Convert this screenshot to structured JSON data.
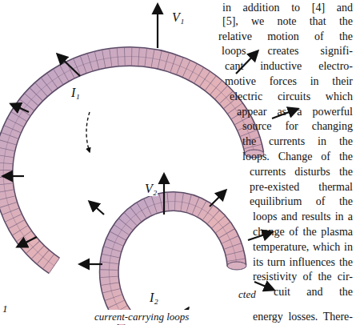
{
  "diagram": {
    "caption": "current-carrying loops",
    "labels": [
      "V₁",
      "I₁",
      "V₂",
      "I₂",
      "in addition to [4] and",
      "[5], we note that the",
      "relative motion of the",
      "loops creates signifi-",
      "cant inductive electro-",
      "motive forces in their",
      "electric circuits which",
      "appear as a powerful",
      "source for changing",
      "the currents in the",
      "loops. Change of the",
      "currents disturbs the",
      "pre-existed thermal",
      "equilibrium of the",
      "loops and results in a",
      "change of the plasma",
      "temperature, which in",
      "its turn influences the",
      "resistivity of the cir-",
      "cuit and the",
      "energy losses. There-",
      "cted",
      "1"
    ]
  }
}
